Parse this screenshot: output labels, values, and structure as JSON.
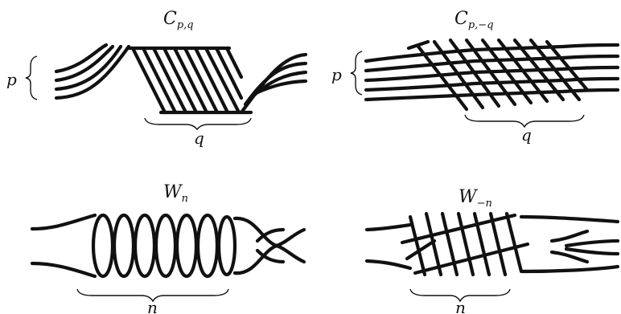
{
  "panels": [
    {
      "id": "cpq",
      "title_main": "C",
      "title_sub": "p,q",
      "side_label": "p",
      "bottom_label": "q"
    },
    {
      "id": "cpnq",
      "title_main": "C",
      "title_sub": "p,−q",
      "side_label": "p",
      "bottom_label": "q"
    },
    {
      "id": "wn",
      "title_main": "W",
      "title_sub": "n",
      "bottom_label": "n"
    },
    {
      "id": "wmn",
      "title_main": "W",
      "title_sub": "−n",
      "bottom_label": "n"
    }
  ]
}
